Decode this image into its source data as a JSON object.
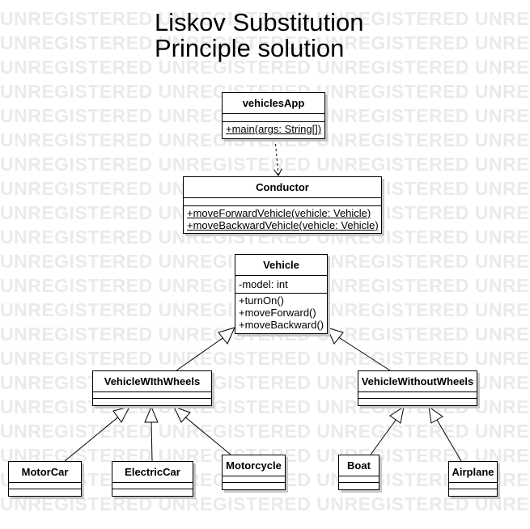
{
  "watermark_text": "UNREGISTERED",
  "title": {
    "line1": "Liskov Substitution",
    "line2": "Principle solution"
  },
  "classes": {
    "vehiclesApp": {
      "name": "vehiclesApp",
      "operations": [
        "+main(args: String[])"
      ]
    },
    "conductor": {
      "name": "Conductor",
      "operations": [
        "+moveForwardVehicle(vehicle: Vehicle)",
        "+moveBackwardVehicle(vehicle: Vehicle)"
      ]
    },
    "vehicle": {
      "name": "Vehicle",
      "attributes": [
        "-model: int"
      ],
      "operations": [
        "+turnOn()",
        "+moveForward()",
        "+moveBackward()"
      ]
    },
    "vehicleWithWheels": {
      "name": "VehicleWIthWheels"
    },
    "vehicleWithoutWheels": {
      "name": "VehicleWithoutWheels"
    },
    "motorCar": {
      "name": "MotorCar"
    },
    "electricCar": {
      "name": "ElectricCar"
    },
    "motorcycle": {
      "name": "Motorcycle"
    },
    "boat": {
      "name": "Boat"
    },
    "airplane": {
      "name": "Airplane"
    }
  },
  "colors": {
    "border": "#000000",
    "shadow": "#c8c8c8",
    "watermark": "#eaeaea"
  }
}
